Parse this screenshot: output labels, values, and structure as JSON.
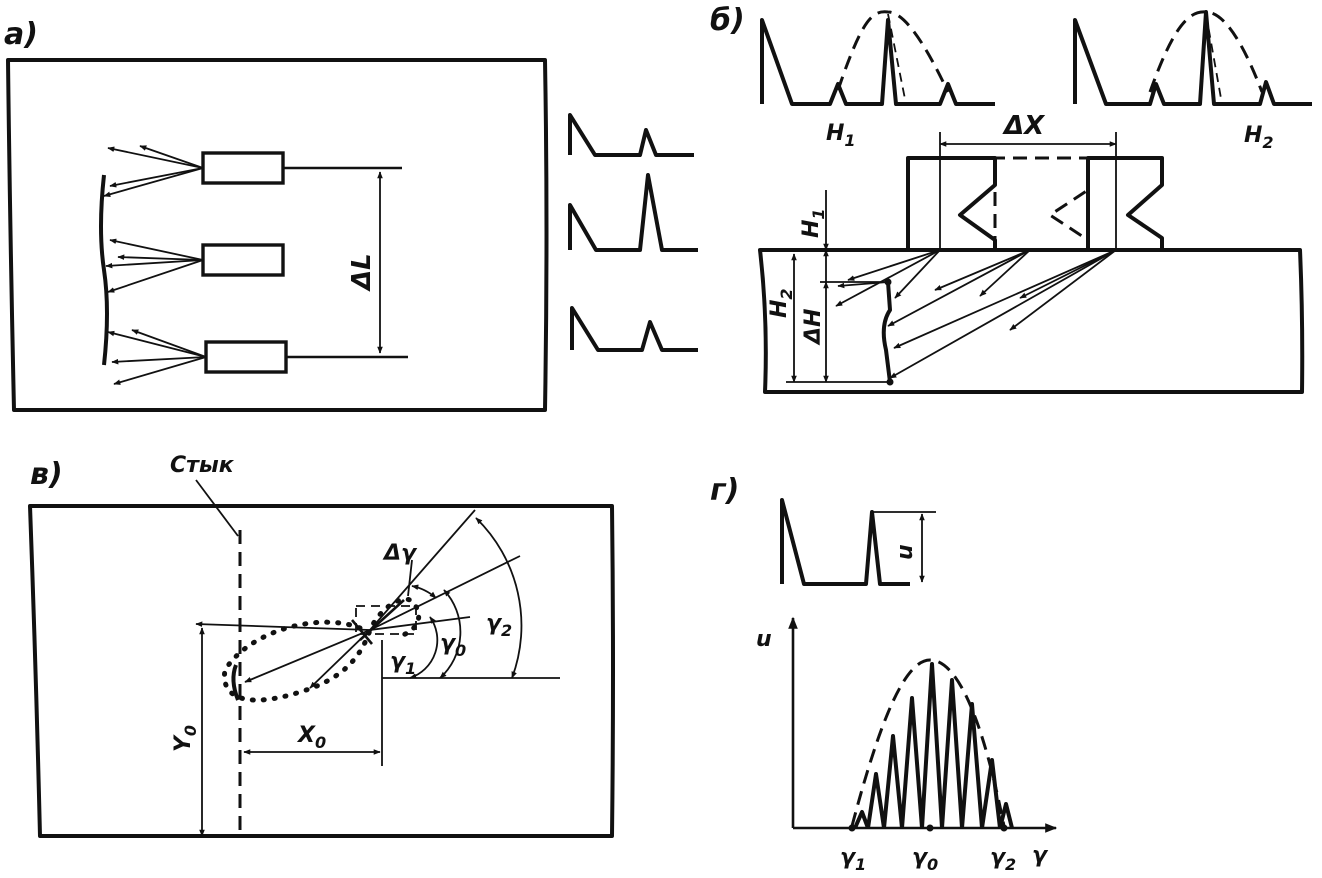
{
  "panels": {
    "a": {
      "label": "а)",
      "dimension": "ΔL"
    },
    "b": {
      "label": "б)",
      "dimension_x": "ΔX",
      "dimension_h": "ΔH",
      "h1": "H",
      "h1_sub": "1",
      "h2": "H",
      "h2_sub": "2"
    },
    "c": {
      "label": "в)",
      "joint": "Стык",
      "delta_gamma": "Δγ",
      "gamma1": "γ",
      "gamma1_sub": "1",
      "gamma0": "γ",
      "gamma0_sub": "0",
      "gamma2": "γ",
      "gamma2_sub": "2",
      "x0": "X",
      "x0_sub": "0",
      "y0": "Y",
      "y0_sub": "0"
    },
    "d": {
      "label": "г)",
      "amplitude": "u",
      "axis_y": "u",
      "axis_x": "γ",
      "tick_gamma1": "γ",
      "tick_gamma1_sub": "1",
      "tick_gamma0": "γ",
      "tick_gamma0_sub": "0",
      "tick_gamma2": "γ",
      "tick_gamma2_sub": "2"
    }
  }
}
